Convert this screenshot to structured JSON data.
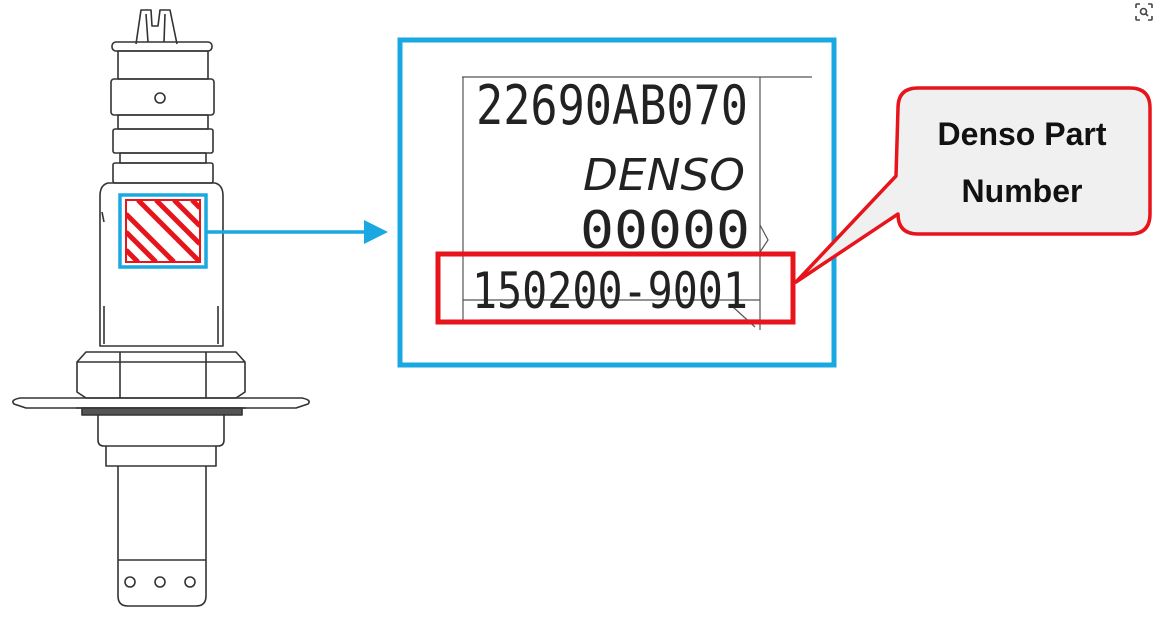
{
  "label": {
    "line1": "22690AB070",
    "line2": "DENSO",
    "line3": "00000",
    "line4": "150200-9001"
  },
  "callout": {
    "line1": "Denso Part",
    "line2": "Number"
  },
  "colors": {
    "highlight_blue": "#1aa8e0",
    "callout_red": "#e8141c",
    "callout_fill": "#f0f0f0",
    "drawing_line": "#333333"
  },
  "icons": {
    "visual_search": "visual-search-icon"
  }
}
